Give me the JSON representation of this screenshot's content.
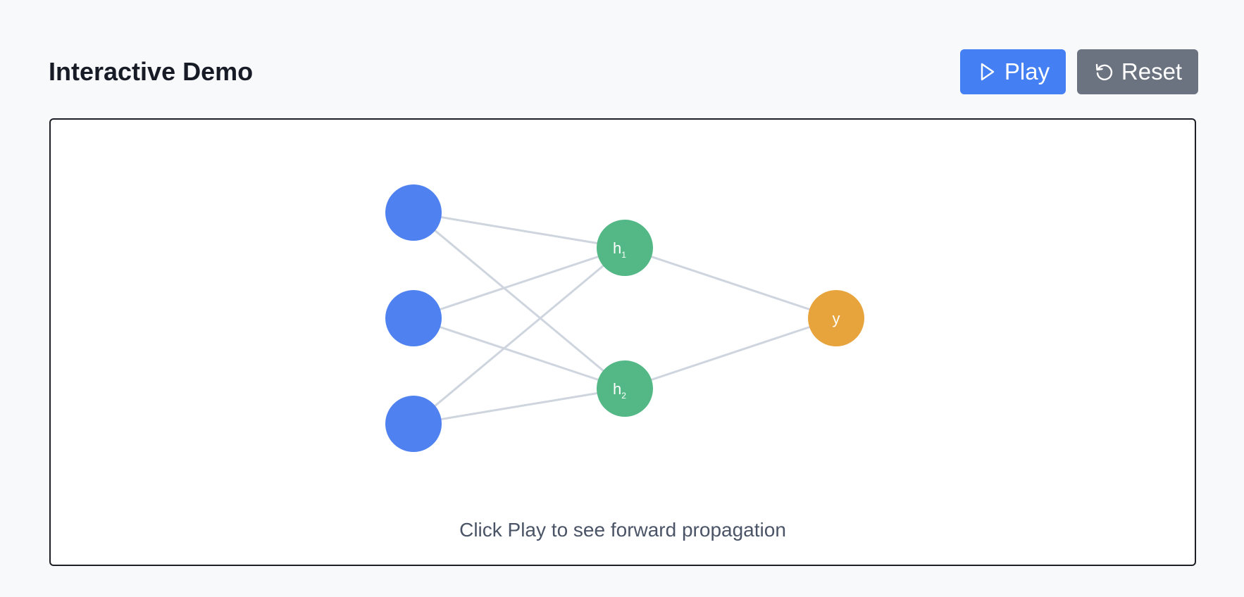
{
  "header": {
    "title": "Interactive Demo",
    "play_label": "Play",
    "reset_label": "Reset"
  },
  "icons": {
    "play": "play-icon",
    "reset": "reset-icon"
  },
  "network": {
    "input_nodes": [
      "",
      "",
      ""
    ],
    "hidden_nodes": [
      {
        "base": "h",
        "sub": "1"
      },
      {
        "base": "h",
        "sub": "2"
      }
    ],
    "output_node": "y"
  },
  "colors": {
    "play_button": "#4480f3",
    "reset_button": "#6c7380",
    "input_node": "#4f82f0",
    "hidden_node": "#53b886",
    "output_node": "#e8a43c",
    "edge": "#cfd5de"
  },
  "caption": "Click Play to see forward propagation"
}
